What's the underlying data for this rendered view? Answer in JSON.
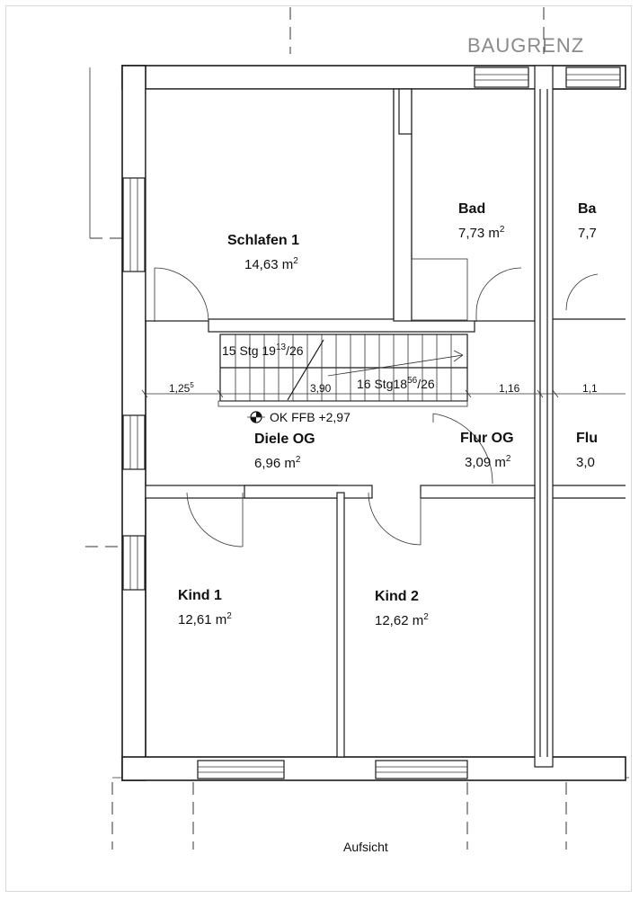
{
  "header": {
    "baugrenze": "BAUGRENZ"
  },
  "rooms": {
    "schlafen1": {
      "name": "Schlafen 1",
      "area": "14,63 m",
      "unit_sup": "2"
    },
    "bad": {
      "name": "Bad",
      "area": "7,73 m",
      "unit_sup": "2"
    },
    "bad_right": {
      "name": "Ba",
      "area": "7,7"
    },
    "diele": {
      "name": "Diele OG",
      "area": "6,96 m",
      "unit_sup": "2"
    },
    "flur": {
      "name": "Flur OG",
      "area": "3,09 m",
      "unit_sup": "2"
    },
    "flur_right": {
      "name": "Flu",
      "area": "3,0"
    },
    "kind1": {
      "name": "Kind 1",
      "area": "12,61 m",
      "unit_sup": "2"
    },
    "kind2": {
      "name": "Kind 2",
      "area": "12,62 m",
      "unit_sup": "2"
    }
  },
  "stairs": {
    "upper": {
      "text": "15 Stg 19",
      "sup": "13",
      "rest": "/26"
    },
    "lower": {
      "text": "16 Stg18",
      "sup": "56",
      "rest": "/26"
    }
  },
  "dimensions": {
    "d1": "1,25",
    "d1_sup": "5",
    "d2": "3,90",
    "d3": "1,16",
    "d4": "1,1"
  },
  "level": {
    "text": "OK FFB +2,97"
  },
  "footer": {
    "view": "Aufsicht"
  }
}
